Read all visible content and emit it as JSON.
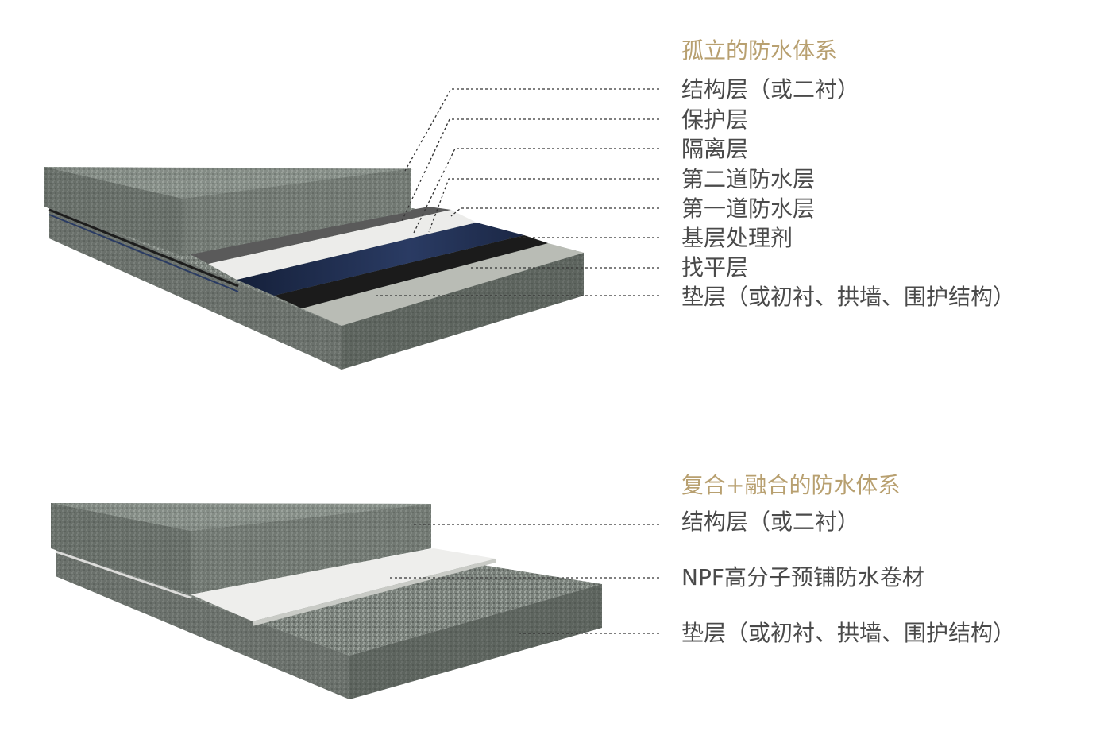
{
  "diagram1": {
    "title": "孤立的防水体系",
    "labels": [
      "结构层（或二衬）",
      "保护层",
      "隔离层",
      "第二道防水层",
      "第一道防水层",
      "基层处理剂",
      "找平层",
      "垫层（或初衬、拱墙、围护结构）"
    ]
  },
  "diagram2": {
    "title": "复合+融合的防水体系",
    "labels": [
      "结构层（或二衬）",
      "NPF高分子预铺防水卷材",
      "垫层（或初衬、拱墙、围护结构）"
    ]
  },
  "colors": {
    "title": "#b8a070",
    "label": "#4a4a4a",
    "concrete": "#6f7670",
    "membrane_white": "#eeeeec",
    "membrane_gray": "#555555",
    "membrane_blue": "#1f2c4a"
  }
}
